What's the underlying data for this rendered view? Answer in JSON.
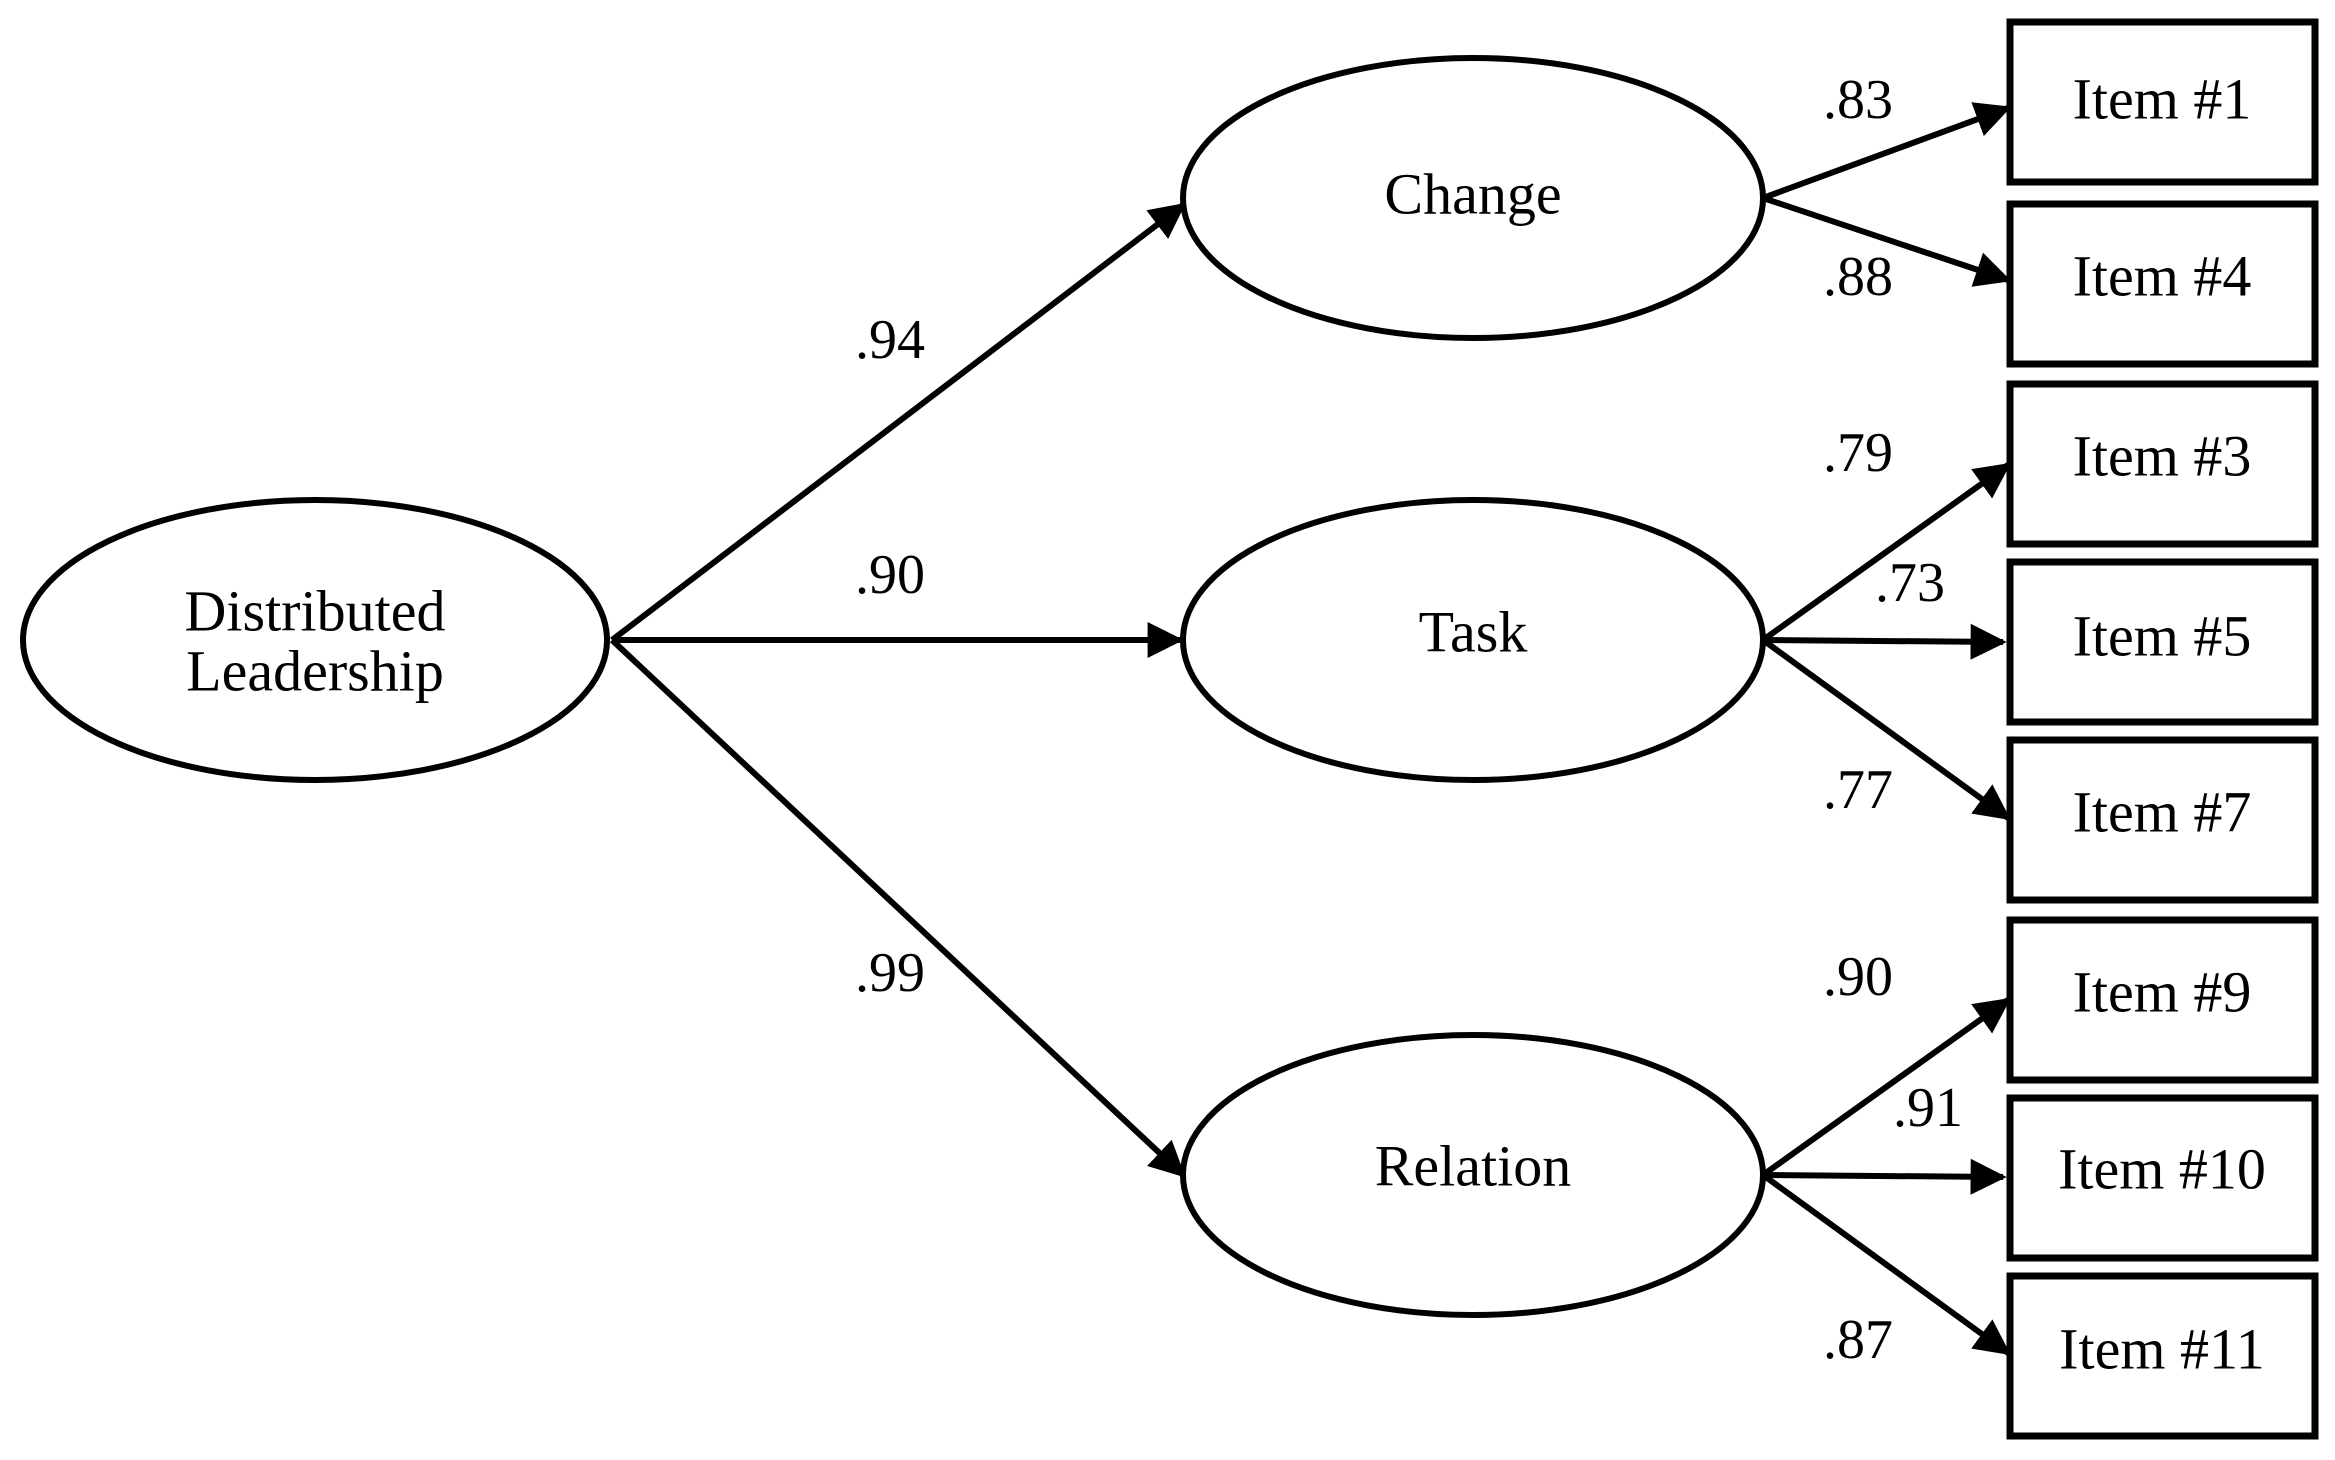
{
  "diagram": {
    "nodes": {
      "distributed_leadership": {
        "lines": [
          "Distributed",
          "Leadership"
        ]
      },
      "change": {
        "label": "Change"
      },
      "task": {
        "label": "Task"
      },
      "relation": {
        "label": "Relation"
      }
    },
    "items": [
      {
        "id": "item1",
        "label": "Item #1"
      },
      {
        "id": "item4",
        "label": "Item #4"
      },
      {
        "id": "item3",
        "label": "Item #3"
      },
      {
        "id": "item5",
        "label": "Item #5"
      },
      {
        "id": "item7",
        "label": "Item #7"
      },
      {
        "id": "item9",
        "label": "Item #9"
      },
      {
        "id": "item10",
        "label": "Item #10"
      },
      {
        "id": "item11",
        "label": "Item #11"
      }
    ],
    "paths": [
      {
        "from": "Distributed Leadership",
        "to": "Change",
        "coefficient": ".94"
      },
      {
        "from": "Distributed Leadership",
        "to": "Task",
        "coefficient": ".90"
      },
      {
        "from": "Distributed Leadership",
        "to": "Relation",
        "coefficient": ".99"
      },
      {
        "from": "Change",
        "to": "Item #1",
        "coefficient": ".83"
      },
      {
        "from": "Change",
        "to": "Item #4",
        "coefficient": ".88"
      },
      {
        "from": "Task",
        "to": "Item #3",
        "coefficient": ".79"
      },
      {
        "from": "Task",
        "to": "Item #5",
        "coefficient": ".73"
      },
      {
        "from": "Task",
        "to": "Item #7",
        "coefficient": ".77"
      },
      {
        "from": "Relation",
        "to": "Item #9",
        "coefficient": ".90"
      },
      {
        "from": "Relation",
        "to": "Item #10",
        "coefficient": ".91"
      },
      {
        "from": "Relation",
        "to": "Item #11",
        "coefficient": ".87"
      }
    ]
  }
}
